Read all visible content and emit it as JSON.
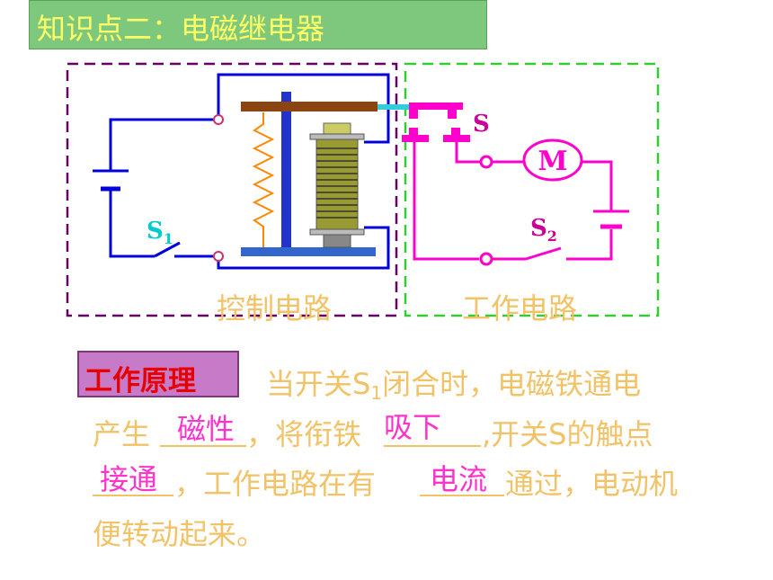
{
  "title": "知识点二：电磁继电器",
  "labels": {
    "s1_main": "S",
    "s1_sub": "1",
    "s2_main": "S",
    "s2_sub": "2",
    "s": "S",
    "motor": "M",
    "control_circuit": "控制电路",
    "work_circuit": "工作电路"
  },
  "principle": {
    "badge": "工作原理",
    "line1_a": "当开关S",
    "line1_sub": "1",
    "line1_b": "闭合时，电磁铁通电",
    "line2_a": "产生",
    "line2_b": "，将衔铁",
    "line2_c": ",开关S的触点",
    "line3_b": "，工作电路在有",
    "line3_c": "通过，电动机",
    "line4": "便转动起来。",
    "answers": {
      "a1": "磁性",
      "a2": "吸下",
      "a3": "接通",
      "a4": "电流"
    }
  },
  "colors": {
    "title_bg": "#7dc87d",
    "title_text": "#ffff66",
    "control_wire": "#0000dd",
    "work_wire": "#ff00cc",
    "control_box": "#660066",
    "work_box": "#33cc33",
    "body_text": "#f2c266",
    "answer_text": "#ff33cc",
    "badge_bg": "#c77ac7",
    "badge_text": "#e60000"
  }
}
